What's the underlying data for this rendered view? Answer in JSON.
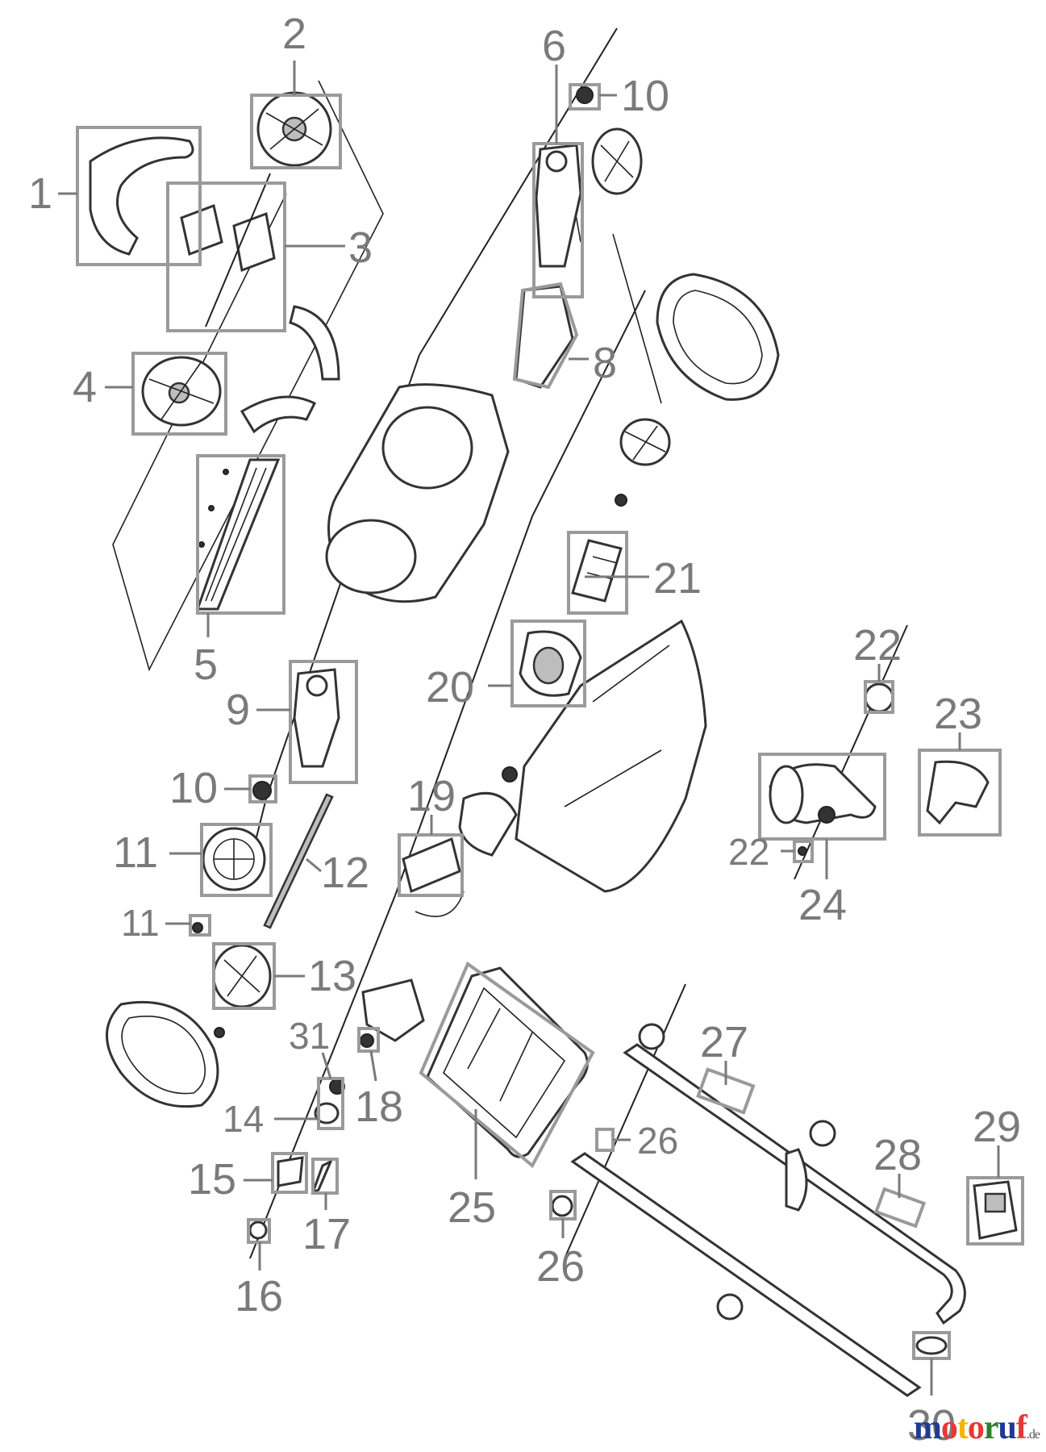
{
  "callouts": [
    {
      "id": "p1",
      "text": "1"
    },
    {
      "id": "p2",
      "text": "2"
    },
    {
      "id": "p3",
      "text": "3"
    },
    {
      "id": "p4",
      "text": "4"
    },
    {
      "id": "p5",
      "text": "5"
    },
    {
      "id": "p6",
      "text": "6"
    },
    {
      "id": "p8",
      "text": "8"
    },
    {
      "id": "p9",
      "text": "9"
    },
    {
      "id": "p10a",
      "text": "10"
    },
    {
      "id": "p10b",
      "text": "10"
    },
    {
      "id": "p11a",
      "text": "11"
    },
    {
      "id": "p11b",
      "text": "11"
    },
    {
      "id": "p12",
      "text": "12"
    },
    {
      "id": "p13",
      "text": "13"
    },
    {
      "id": "p14",
      "text": "14"
    },
    {
      "id": "p15",
      "text": "15"
    },
    {
      "id": "p16",
      "text": "16"
    },
    {
      "id": "p17",
      "text": "17"
    },
    {
      "id": "p18",
      "text": "18"
    },
    {
      "id": "p19",
      "text": "19"
    },
    {
      "id": "p20",
      "text": "20"
    },
    {
      "id": "p21",
      "text": "21"
    },
    {
      "id": "p22a",
      "text": "22"
    },
    {
      "id": "p22b",
      "text": "22"
    },
    {
      "id": "p23",
      "text": "23"
    },
    {
      "id": "p24",
      "text": "24"
    },
    {
      "id": "p25",
      "text": "25"
    },
    {
      "id": "p26a",
      "text": "26"
    },
    {
      "id": "p26b",
      "text": "26"
    },
    {
      "id": "p27",
      "text": "27"
    },
    {
      "id": "p28",
      "text": "28"
    },
    {
      "id": "p29",
      "text": "29"
    },
    {
      "id": "p30",
      "text": "30"
    },
    {
      "id": "p31",
      "text": "31"
    }
  ],
  "watermark": {
    "m": "m",
    "o": "o",
    "t": "t",
    "o2": "o",
    "r": "r",
    "u": "u",
    "f": "f",
    "domain": ".de"
  },
  "colors": {
    "label": "#7a7a7a",
    "box": "#9a9a9a",
    "line": "#222222"
  }
}
